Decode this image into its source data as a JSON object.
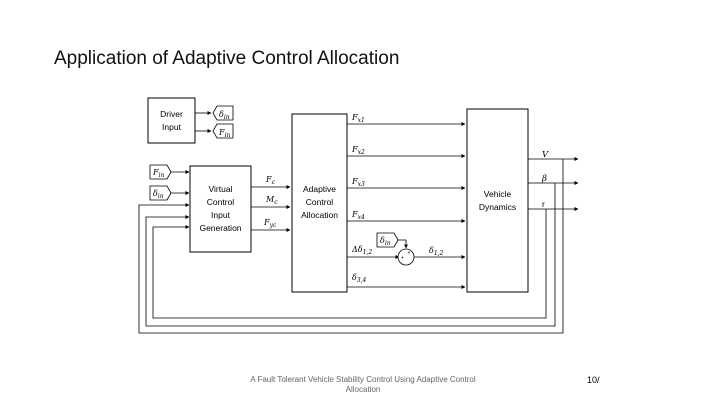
{
  "slide": {
    "title": "Application of Adaptive Control Allocation",
    "footer": "A Fault Tolerant Vehicle Stability Control Using Adaptive Control Allocation",
    "page_number": "10/"
  },
  "blocks": {
    "driver_input": [
      "Driver",
      "Input"
    ],
    "virtual_control": [
      "Virtual",
      "Control",
      "Input",
      "Generation"
    ],
    "adaptive_allocation": [
      "Adaptive",
      "Control",
      "Allocation"
    ],
    "vehicle_dynamics": [
      "Vehicle",
      "Dynamics"
    ]
  },
  "tags": {
    "delta_in": {
      "base": "δ",
      "sub": "in"
    },
    "F_in": {
      "base": "F",
      "sub": "in"
    }
  },
  "signals": {
    "Fc": {
      "base": "F",
      "sub": "c"
    },
    "Mc": {
      "base": "M",
      "sub": "c"
    },
    "Fyc": {
      "base": "F",
      "sub": "yc"
    },
    "Fx1": {
      "base": "F",
      "sub": "x1"
    },
    "Fx2": {
      "base": "F",
      "sub": "x2"
    },
    "Fx3": {
      "base": "F",
      "sub": "x3"
    },
    "Fx4": {
      "base": "F",
      "sub": "x4"
    },
    "d_delta12": {
      "base": "Δδ",
      "sub": "1,2"
    },
    "delta12": {
      "base": "δ",
      "sub": "1,2"
    },
    "delta34": {
      "base": "δ",
      "sub": "3,4"
    },
    "V": "V",
    "beta": "β",
    "r": "r"
  },
  "sum_signs": {
    "top": "+",
    "left": "+"
  }
}
